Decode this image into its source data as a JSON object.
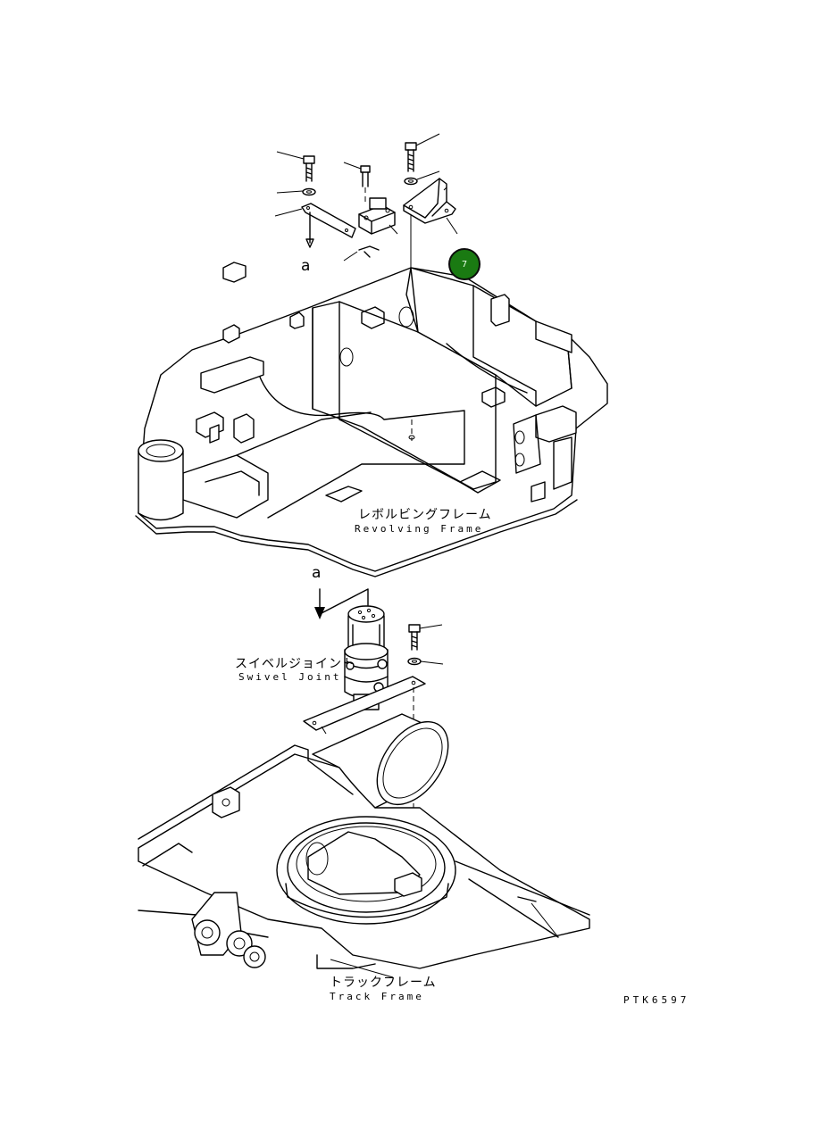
{
  "labels": {
    "revolving_jp": "レボルビングフレーム",
    "revolving_en": "Revolving Frame",
    "swivel_jp": "スイベルジョイント",
    "swivel_en": "Swivel Joint",
    "track_jp": "トラックフレーム",
    "track_en": "Track Frame",
    "view_a_top": "a",
    "view_a_bottom": "a",
    "drawing_code": "PTK6597"
  },
  "hotspot": {
    "number": "7",
    "color": "#1a7a12"
  }
}
